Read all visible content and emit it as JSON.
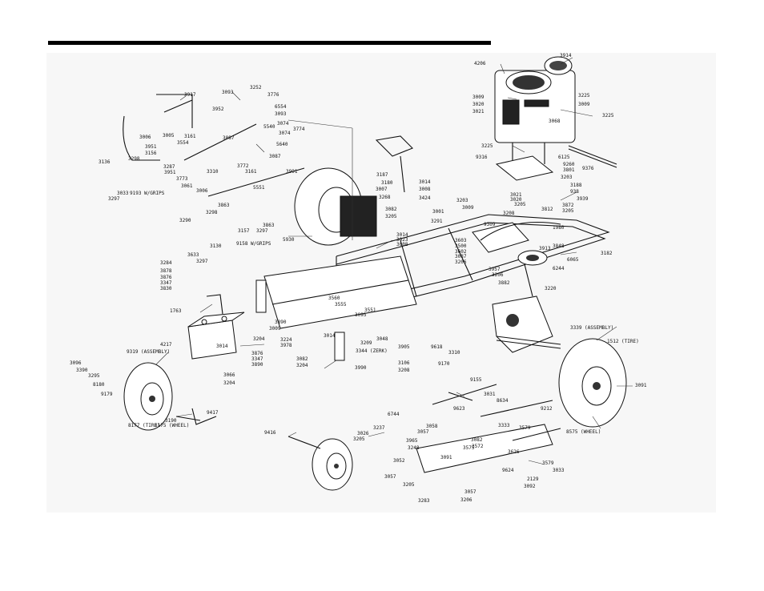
{
  "diagram": {
    "labels": [
      "4206",
      "3914",
      "3009",
      "3020",
      "3021",
      "3225",
      "3009",
      "3225",
      "3068",
      "9316",
      "3225",
      "6125",
      "9260",
      "3801",
      "9376",
      "3203",
      "3188",
      "938",
      "3939",
      "3872",
      "3205",
      "3021",
      "3020",
      "3205",
      "3208",
      "3812",
      "1980",
      "3913",
      "3848",
      "6065",
      "3182",
      "6244",
      "3220",
      "3339 (ASSEMBLY)",
      "1512 (TIRE)",
      "3091",
      "8575 (WHEEL)",
      "3917",
      "3093",
      "3252",
      "3776",
      "6554",
      "3093",
      "3074",
      "3952",
      "5540",
      "3087",
      "3774",
      "3074",
      "5640",
      "3087",
      "3991",
      "3006",
      "3005",
      "3161",
      "3554",
      "3951",
      "3156",
      "3287",
      "3298",
      "3773",
      "3310",
      "3951",
      "3061",
      "3136",
      "3033",
      "3297",
      "9193 W/GRIPS",
      "3772",
      "3161",
      "5551",
      "3006",
      "3863",
      "3290",
      "3298",
      "3157",
      "3297",
      "3863",
      "3130",
      "3633",
      "3297",
      "9158 W/GRIPS",
      "5930",
      "3187",
      "3180",
      "3007",
      "3268",
      "3014",
      "3008",
      "3424",
      "3082",
      "3205",
      "3001",
      "3009",
      "3203",
      "3291",
      "3014",
      "3023",
      "3008",
      "3603",
      "3500",
      "3602",
      "3087",
      "3206",
      "3957",
      "3206",
      "3882",
      "9309",
      "3284",
      "3878",
      "3876",
      "3347",
      "3830",
      "1763",
      "4217",
      "3890",
      "3204",
      "3014",
      "3009",
      "3224",
      "3978",
      "3876",
      "3347",
      "3890",
      "3082",
      "3204",
      "3014",
      "3990",
      "3209",
      "3344 (ZERK)",
      "3048",
      "3905",
      "9618",
      "3310",
      "3106",
      "3208",
      "9170",
      "9155",
      "3560",
      "3555",
      "3551",
      "3095",
      "3096",
      "3390",
      "3295",
      "8180",
      "9179",
      "9319 (ASSEMBLY)",
      "8177 (TIRE)",
      "8175 (WHEEL)",
      "3190",
      "3066",
      "3204",
      "9417",
      "9416",
      "3031",
      "9623",
      "6744",
      "3237",
      "3026",
      "3205",
      "3058",
      "3057",
      "3965",
      "3248",
      "3052",
      "3057",
      "3091",
      "3205",
      "3283",
      "3057",
      "3206",
      "8634",
      "9212",
      "3333",
      "3579",
      "3082",
      "3572",
      "3575",
      "3626",
      "3579",
      "3033",
      "3092",
      "2129",
      "9624"
    ]
  }
}
